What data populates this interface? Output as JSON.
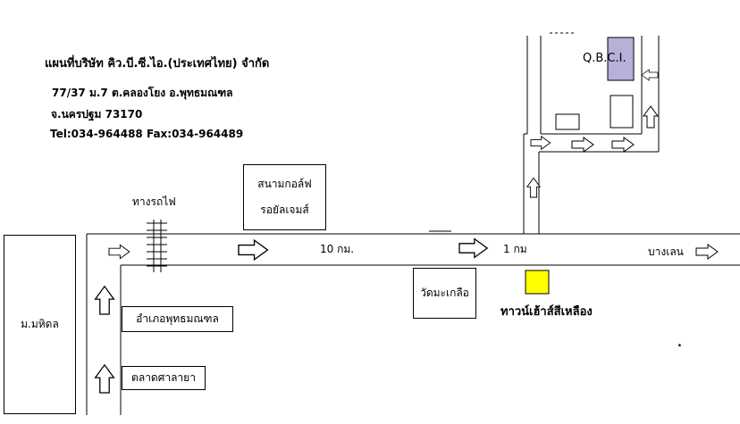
{
  "header": {
    "title": "แผนที่บริษัท   คิว.บี.ซี.ไอ.(ประเทศไทย) จำกัด",
    "address_line1": "77/37 ม.7 ต.คลองโยง   อ.พุทธมณฑล",
    "address_line2": "จ.นครปฐม   73170",
    "contact": "Tel:034-964488  Fax:034-964489"
  },
  "labels": {
    "company": "Q.B.C.I.",
    "golf_line1": "สนามกอล์ฟ",
    "golf_line2": "รอยัลเจมส์",
    "railway": "ทางรถไฟ",
    "distance_10km": "10 กม.",
    "distance_1km": "1 กม",
    "bang_len": "บางเลน",
    "mahidol": "ม.มหิดล",
    "phutthamonthon": "อำเภอพุทธมณฑล",
    "market": "ตลาดศาลายา",
    "temple": "วัดมะเกลือ",
    "townhouse": "ทาวน์เฮ้าส์สีเหลือง",
    "dot": "."
  },
  "colors": {
    "company_fill": "#b8b0d8",
    "townhouse_fill": "#ffff00",
    "line": "#000000"
  }
}
